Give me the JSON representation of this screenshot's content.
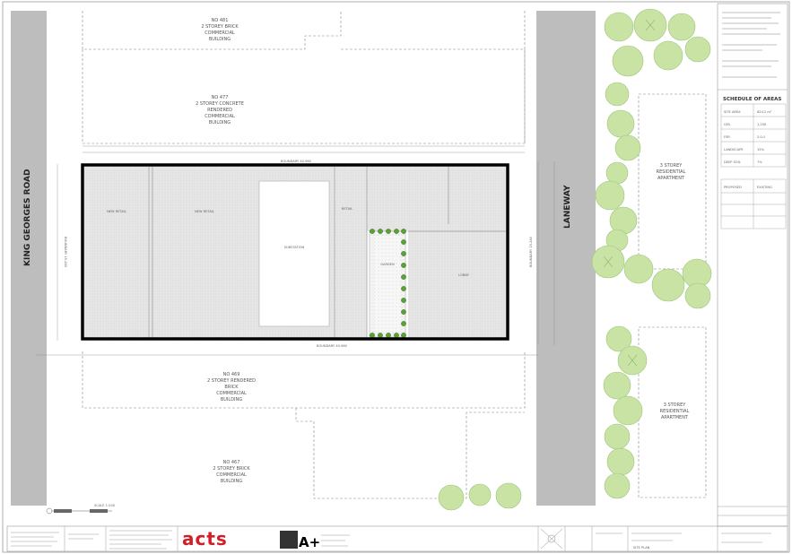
{
  "roads": {
    "west": "KING GEORGES ROAD",
    "east": "LANEWAY"
  },
  "neighbours": {
    "north_top": [
      "NO 481",
      "2 STOREY BRICK",
      "COMMERCIAL",
      "BUILDING"
    ],
    "north": [
      "NO 477",
      "2 STOREY CONCRETE",
      "RENDERED",
      "COMMERCIAL",
      "BUILDING"
    ],
    "south": [
      "NO 469",
      "2 STOREY RENDERED",
      "BRICK",
      "COMMERCIAL",
      "BUILDING"
    ],
    "south_bottom": [
      "NO 467",
      "2 STOREY BRICK",
      "COMMERCIAL",
      "BUILDING"
    ],
    "east_top": [
      "3 STOREY",
      "RESIDENTIAL",
      "APARTMENT"
    ],
    "east_bottom": [
      "3 STOREY",
      "RESIDENTIAL",
      "APARTMENT"
    ]
  },
  "site": {
    "boundary_north": "BOUNDARY 40.960",
    "boundary_south": "BOUNDARY 40.960",
    "boundary_west": "BOUNDARY 15.240",
    "boundary_east": "BOUNDARY 15.240",
    "rooms": [
      "NEW RETAIL",
      "NEW RETAIL",
      "SUBSTATION",
      "RETAIL",
      "GARDEN",
      "LOBBY"
    ]
  },
  "schedule": {
    "title": "SCHEDULE OF AREAS",
    "rows": [
      [
        "SITE AREA",
        "624.2 m²"
      ],
      [
        "GFA",
        "1,250"
      ],
      [
        "FSR",
        "2.0:1"
      ],
      [
        "LANDSCAPE",
        "15%"
      ],
      [
        "DEEP SOIL",
        "7%"
      ]
    ],
    "sub_headers": [
      "PROPOSED",
      "EXISTING"
    ]
  },
  "title_block": {
    "logo": "acts",
    "logo_plus": "A+",
    "drawing_title": "SITE PLAN",
    "scale_bar": "SCALE 1:200"
  }
}
